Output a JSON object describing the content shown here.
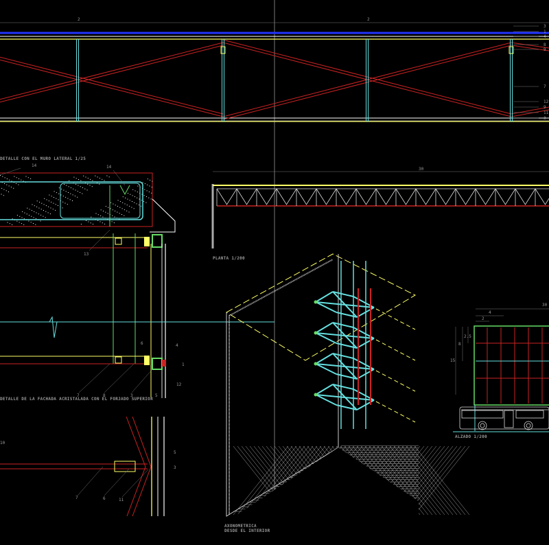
{
  "colors": {
    "background": "#000000",
    "beam": "#ffff66",
    "bracing": "#cc2222",
    "post": "#66e0e0",
    "deck": "#2233ff",
    "frame": "#66dd66",
    "text": "#9a9a9a"
  },
  "elevation": {
    "dims": [
      "2",
      "2"
    ],
    "callouts": [
      "3",
      "1",
      "4",
      "8",
      "9",
      "7",
      "12",
      "9",
      "11",
      "3"
    ]
  },
  "detail_wall": {
    "title": "DETALLE CON EL MURO LATERAL 1/25",
    "callouts": [
      "14",
      "14",
      "13"
    ]
  },
  "detail_facade": {
    "title": "DETALLE DE LA FACHADA ACRISTALADA CON EL FORJADO SUPERIOR",
    "callouts": [
      "6",
      "4",
      "1",
      "12",
      "7",
      "8",
      "3",
      "5"
    ]
  },
  "detail_bottom": {
    "callouts": [
      "10",
      "5",
      "3",
      "7",
      "6",
      "11"
    ]
  },
  "plan": {
    "title": "PLANTA 1/200",
    "dim": "30"
  },
  "axonometric": {
    "title": "AXONOMETRICA",
    "subtitle": "DESDE EL INTERIOR"
  },
  "elevation_small": {
    "title": "ALZADO 1/200",
    "dims": [
      "30",
      "4",
      "2",
      "2.5",
      "8",
      "15"
    ]
  }
}
